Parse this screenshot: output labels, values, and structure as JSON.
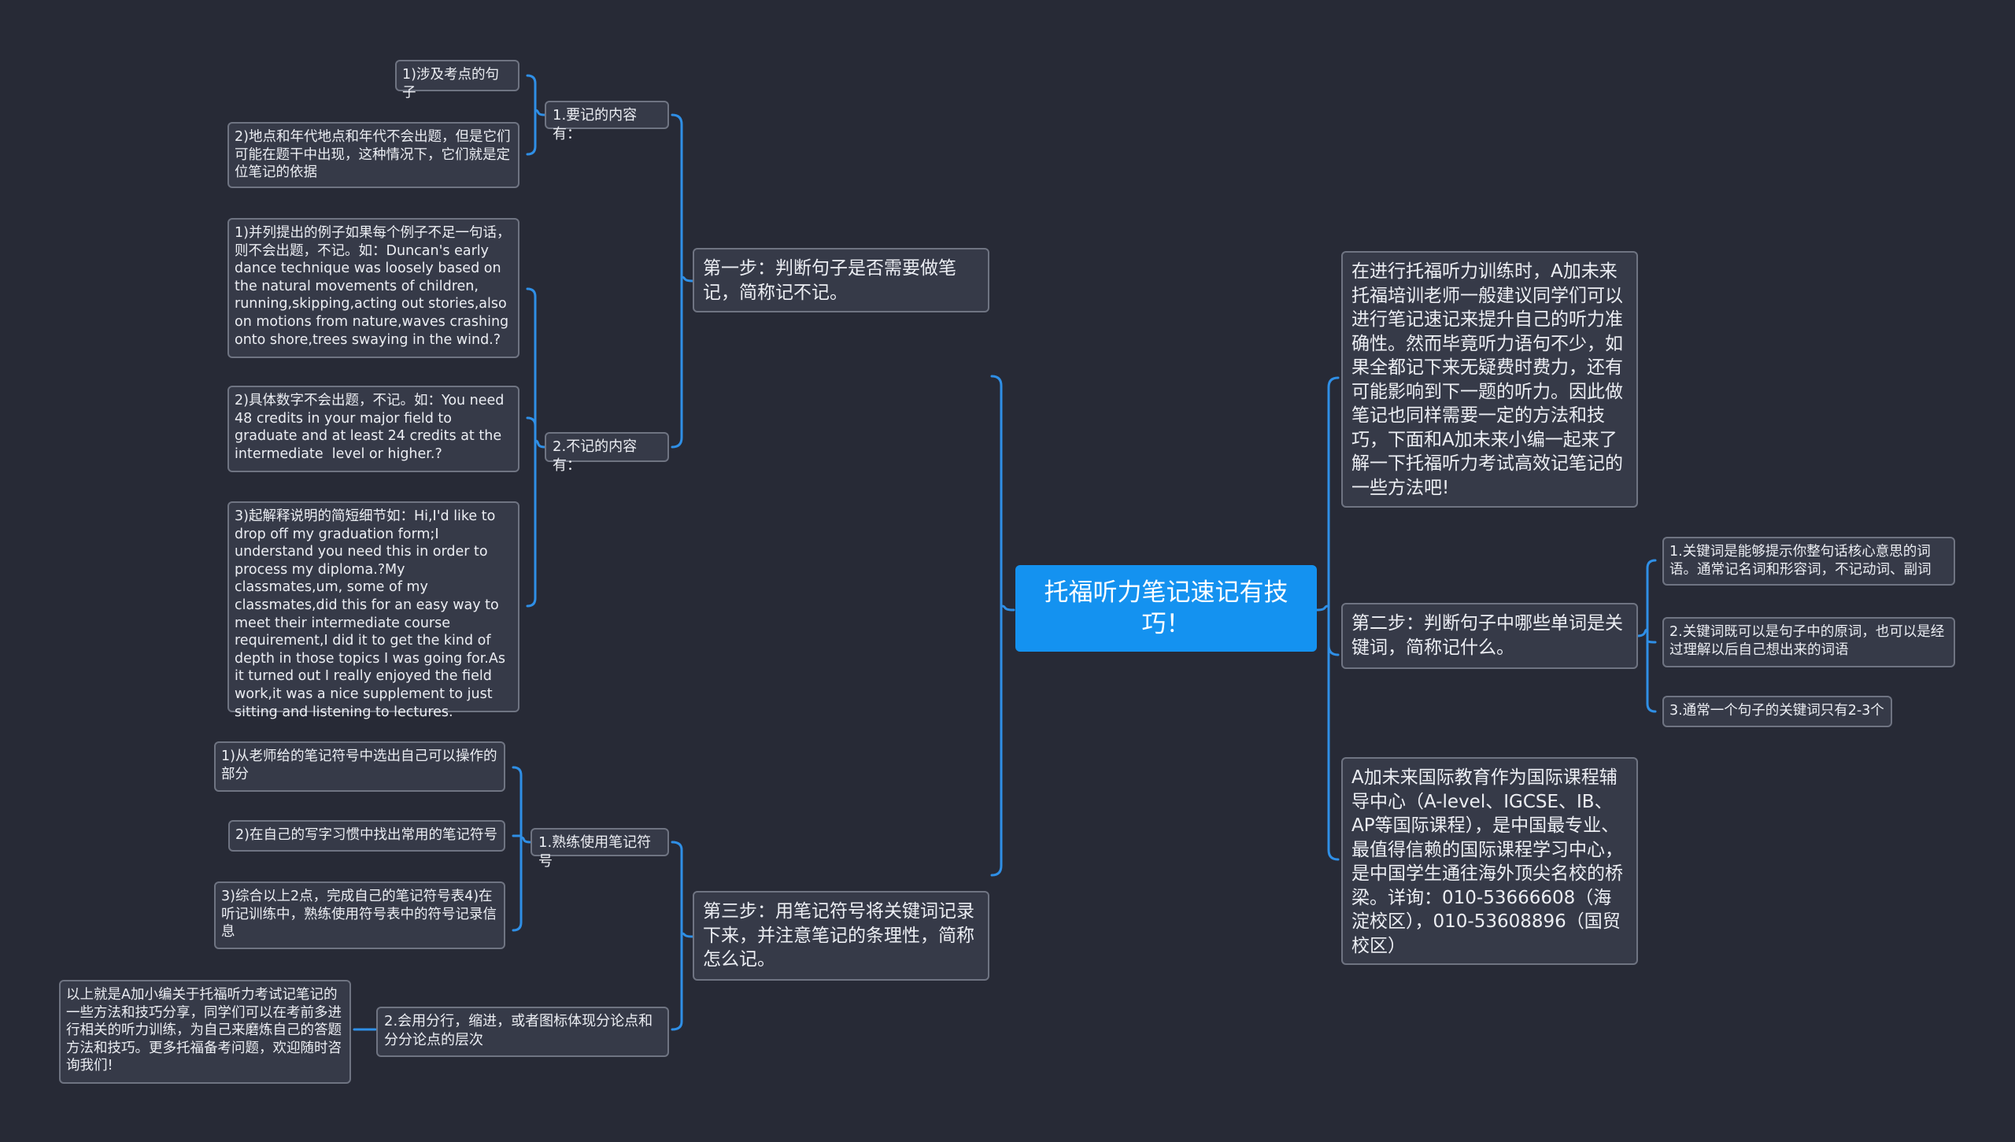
{
  "root": "托福听力笔记速记有技巧！",
  "left": {
    "step1": {
      "label": "第一步：判断句子是否需要做笔记，简称记不记。",
      "remember": {
        "label": "1.要记的内容有：",
        "items": [
          "1)涉及考点的句子",
          "2)地点和年代地点和年代不会出题，但是它们可能在题干中出现，这种情况下，它们就是定位笔记的依据"
        ]
      },
      "skip": {
        "label": "2.不记的内容有：",
        "items": [
          "1)并列提出的例子如果每个例子不足一句话，则不会出题，不记。如：Duncan's early dance technique was loosely based on the natural movements of children, running,skipping,acting out stories,also on motions from nature,waves crashing onto shore,trees swaying in the wind.?",
          "2)具体数字不会出题，不记。如：You need 48 credits in your major field to graduate and at least 24 credits at the intermediate  level or higher.?",
          "3)起解释说明的简短细节如：Hi,I'd like to drop off my graduation form;I understand you need this in order to process my diploma.?My classmates,um, some of my classmates,did this for an easy way to meet their intermediate course requirement,I did it to get the kind of depth in those topics I was going for.As it turned out I really enjoyed the field work,it was a nice supplement to just sitting and listening to lectures."
        ]
      }
    },
    "step3": {
      "label": "第三步：用笔记符号将关键词记录下来，并注意笔记的条理性，简称怎么记。",
      "symbols": {
        "label": "1.熟练使用笔记符号",
        "items": [
          "1)从老师给的笔记符号中选出自己可以操作的部分",
          "2)在自己的写字习惯中找出常用的笔记符号",
          "3)综合以上2点，完成自己的笔记符号表4)在听记训练中，熟练使用符号表中的符号记录信息"
        ]
      },
      "lines": {
        "label": "2.会用分行，缩进，或者图标体现分论点和分分论点的层次",
        "items": [
          "以上就是A加小编关于托福听力考试记笔记的一些方法和技巧分享，同学们可以在考前多进行相关的听力训练，为自己来磨炼自己的答题方法和技巧。更多托福备考问题，欢迎随时咨询我们!"
        ]
      }
    }
  },
  "right": {
    "intro": "在进行托福听力训练时，A加未来托福培训老师一般建议同学们可以进行笔记速记来提升自己的听力准确性。然而毕竟听力语句不少，如果全都记下来无疑费时费力，还有可能影响到下一题的听力。因此做笔记也同样需要一定的方法和技巧，下面和A加未来小编一起来了解一下托福听力考试高效记笔记的一些方法吧!",
    "step2": {
      "label": "第二步：判断句子中哪些单词是关键词，简称记什么。",
      "items": [
        "1.关键词是能够提示你整句话核心意思的词语。通常记名词和形容词，不记动词、副词",
        "2.关键词既可以是句子中的原词，也可以是经过理解以后自己想出来的词语",
        "3.通常一个句子的关键词只有2-3个"
      ]
    },
    "about": "A加未来国际教育作为国际课程辅导中心（A-level、IGCSE、IB、AP等国际课程），是中国最专业、最值得信赖的国际课程学习中心，是中国学生通往海外顶尖名校的桥梁。详询：010-53666608（海淀校区），010-53608896（国贸校区）"
  },
  "colors": {
    "background": "#272a36",
    "root": "#1492f0",
    "node": "#363a48",
    "connector": "#2f8fe6"
  }
}
